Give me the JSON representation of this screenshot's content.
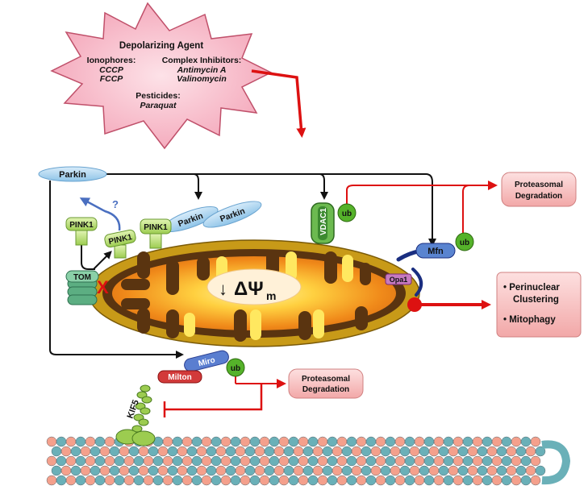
{
  "agent": {
    "title": "Depolarizing Agent",
    "ionophores_label": "Ionophores:",
    "ionophores": [
      "CCCP",
      "FCCP"
    ],
    "inhibitors_label": "Complex Inhibitors:",
    "inhibitors": [
      "Antimycin A",
      "Valinomycin"
    ],
    "pesticides_label": "Pesticides:",
    "pesticides": [
      "Paraquat"
    ]
  },
  "labels": {
    "parkin_cytosol": "Parkin",
    "parkin_1": "Parkin",
    "parkin_2": "Parkin",
    "pink1_free": "PINK1",
    "pink1_1": "PINK1",
    "pink1_2": "PINK1",
    "question": "?",
    "tom": "TOM",
    "block": "X",
    "vdac1": "VDAC1",
    "mfn": "Mfn",
    "opa1": "Opa1",
    "miro": "Miro",
    "milton": "Milton",
    "kif5": "KIF5",
    "ub": "ub",
    "delta_arrow": "↓",
    "delta_psi": "ΔΨ",
    "delta_sub": "m",
    "proteasomal_top_1": "Proteasomal",
    "proteasomal_top_2": "Degradation",
    "proteasomal_bottom_1": "Proteasomal",
    "proteasomal_bottom_2": "Degradation",
    "outcome_1a": "• Perinuclear",
    "outcome_1b": "Clustering",
    "outcome_2": "• Mitophagy"
  },
  "colors": {
    "burst_fill": "#f6b8c6",
    "burst_stroke": "#c0506a",
    "outer_membrane": "#c89a18",
    "matrix": "#f0a020",
    "cristae": "#5a3410",
    "red_arrow": "#dd1111",
    "parkin_blue": "#a9d4ef",
    "pink1_green": "#bfe07c",
    "ub_green": "#55b22a",
    "tom_green": "#5cae82",
    "mfn_blue": "#2a4ea8",
    "box_pink": "#f7c6c6",
    "milton_red": "#d23a3a",
    "microtubule_a": "#f4a08c",
    "microtubule_b": "#6ab0b8"
  }
}
